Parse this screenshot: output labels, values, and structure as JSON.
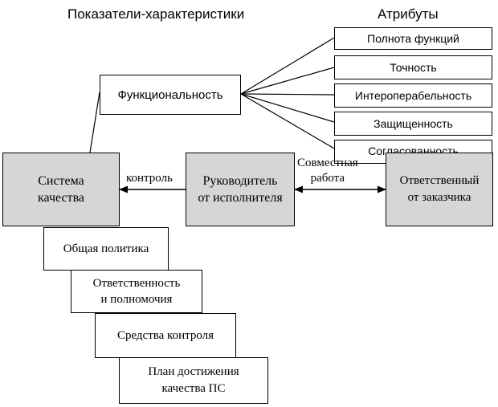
{
  "headings": {
    "indicators": "Показатели-характеристики",
    "attributes": "Атрибуты"
  },
  "characteristic": "Функциональность",
  "attributes": [
    "Полнота функций",
    "Точность",
    "Интероперабельность",
    "Защищенность",
    "Согласованность"
  ],
  "nodes": {
    "quality_system": "Система\nкачества",
    "performer_manager": "Руководитель\nот исполнителя",
    "customer_responsible": "Ответственный\nот заказчика"
  },
  "edges": {
    "control": "контроль",
    "joint_work": "Совместная\nработа"
  },
  "stack": [
    "Общая политика",
    "Ответственность\nи полномочия",
    "Средства контроля",
    "План достижения\nкачества ПС"
  ]
}
